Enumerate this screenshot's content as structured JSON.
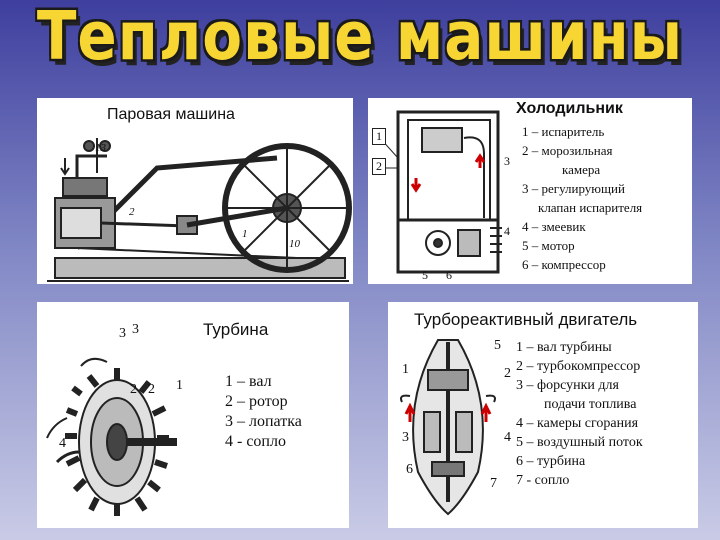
{
  "title": "Тепловые машины",
  "steam": {
    "label": "Паровая машина",
    "callouts": [
      "13",
      "2",
      "1",
      "10"
    ]
  },
  "fridge": {
    "label": "Холодильник",
    "numbers": [
      "1",
      "2",
      "3",
      "4",
      "5",
      "6"
    ],
    "legend": [
      "1 – испаритель",
      "2 – морозильная",
      "камера",
      "3 – регулирующий",
      "клапан испарителя",
      "4 – змеевик",
      "5 – мотор",
      "6 – компрессор"
    ]
  },
  "turbine": {
    "label": "Турбина",
    "numbers": [
      "3",
      "3",
      "2",
      "2",
      "1",
      "4"
    ],
    "legend": [
      "1 – вал",
      "2 – ротор",
      "3 – лопатка",
      "4 - сопло"
    ]
  },
  "jet": {
    "label": "Турбореактивный двигатель",
    "numbers": [
      "1",
      "2",
      "3",
      "4",
      "5",
      "6",
      "7"
    ],
    "legend": [
      "1 – вал турбины",
      "2 – турбокомпрессор",
      "3 – форсунки для",
      "подачи топлива",
      "4 – камеры сгорания",
      "5 – воздушный поток",
      "6 – турбина",
      "7 -  сопло"
    ]
  }
}
